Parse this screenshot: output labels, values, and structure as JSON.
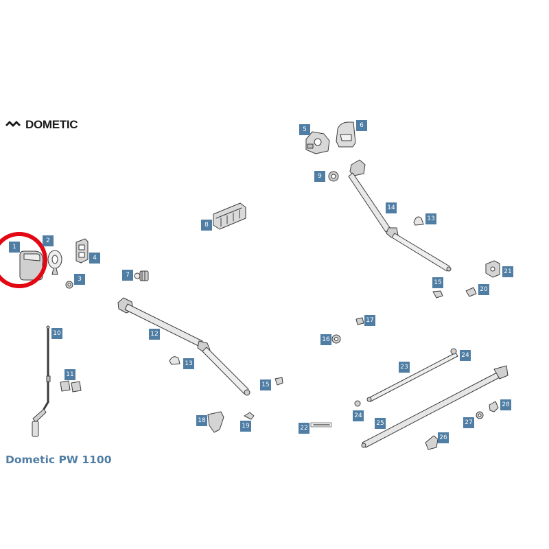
{
  "brand": {
    "name": "DOMETIC"
  },
  "product": {
    "title": "Dometic PW 1100"
  },
  "highlight": {
    "part": "1",
    "color": "#e30613"
  },
  "colors": {
    "label_bg": "#4f7da3",
    "part_stroke": "#3a3a3a",
    "part_fill": "#d6d6d6"
  },
  "parts": [
    {
      "id": "1",
      "label": "1"
    },
    {
      "id": "2",
      "label": "2"
    },
    {
      "id": "3",
      "label": "3"
    },
    {
      "id": "4",
      "label": "4"
    },
    {
      "id": "5",
      "label": "5"
    },
    {
      "id": "6",
      "label": "6"
    },
    {
      "id": "7",
      "label": "7"
    },
    {
      "id": "8",
      "label": "8"
    },
    {
      "id": "9",
      "label": "9"
    },
    {
      "id": "10",
      "label": "10"
    },
    {
      "id": "11",
      "label": "11"
    },
    {
      "id": "12",
      "label": "12"
    },
    {
      "id": "13a",
      "label": "13"
    },
    {
      "id": "13b",
      "label": "13"
    },
    {
      "id": "14",
      "label": "14"
    },
    {
      "id": "15a",
      "label": "15"
    },
    {
      "id": "15b",
      "label": "15"
    },
    {
      "id": "16",
      "label": "16"
    },
    {
      "id": "17",
      "label": "17"
    },
    {
      "id": "18",
      "label": "18"
    },
    {
      "id": "19",
      "label": "19"
    },
    {
      "id": "20",
      "label": "20"
    },
    {
      "id": "21",
      "label": "21"
    },
    {
      "id": "22",
      "label": "22"
    },
    {
      "id": "23",
      "label": "23"
    },
    {
      "id": "24a",
      "label": "24"
    },
    {
      "id": "24b",
      "label": "24"
    },
    {
      "id": "25",
      "label": "25"
    },
    {
      "id": "26",
      "label": "26"
    },
    {
      "id": "27",
      "label": "27"
    },
    {
      "id": "28",
      "label": "28"
    }
  ]
}
